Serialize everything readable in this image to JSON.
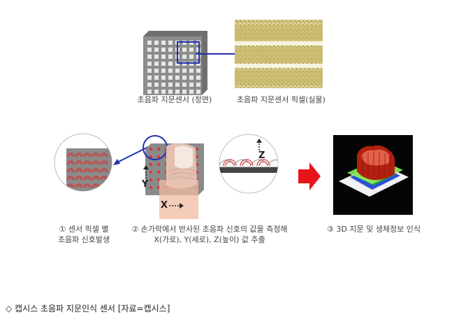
{
  "captions": {
    "sensor_front": "초음파 지문센서 (정면)",
    "sensor_pixel": "초음파 지문센서 픽셀(실물)",
    "step1_line1": "① 센서 픽셀 별",
    "step1_line2": "초음파 신호발생",
    "step2_line1": "② 손가락에서 반사된 초음파 신호의 값을 측정해",
    "step2_line2": "X(가로), Y(세로), Z(높이) 값 추출",
    "step3": "③ 3D 지문 및 생체정보 인식"
  },
  "axis_labels": {
    "x": "X",
    "y": "Y",
    "z": "Z"
  },
  "footer": "◇ 캡시스 초음파 지문인식 센서 [자료=캡시스]",
  "colors": {
    "accent_blue": "#1f2fb0",
    "arrow_red": "#e8141c",
    "sensor_gray": "#8a8a8a",
    "wave_red": "#d23a3a"
  }
}
